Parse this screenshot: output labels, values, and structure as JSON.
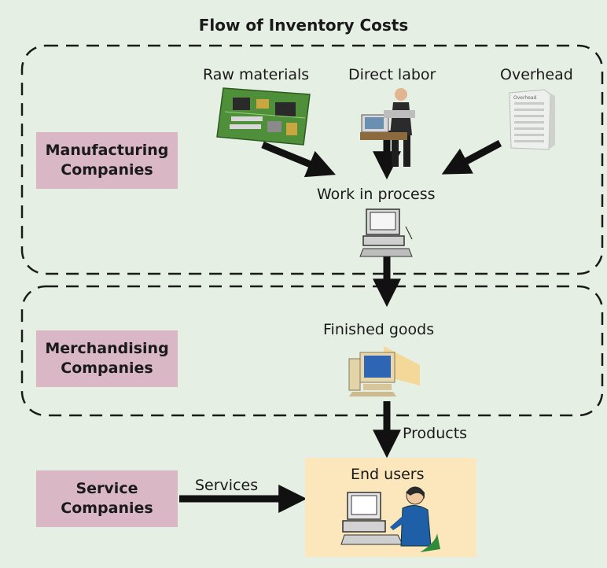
{
  "title": "Flow of Inventory Costs",
  "inputs": {
    "raw_materials": "Raw materials",
    "direct_labor": "Direct labor",
    "overhead": "Overhead"
  },
  "overhead_sign": "Overhead",
  "stages": {
    "work_in_process": "Work in process",
    "finished_goods": "Finished goods",
    "end_users": "End users"
  },
  "flow_labels": {
    "products": "Products",
    "services": "Services"
  },
  "companies": {
    "manufacturing_line1": "Manufacturing",
    "manufacturing_line2": "Companies",
    "merchandising_line1": "Merchandising",
    "merchandising_line2": "Companies",
    "service_line1": "Service",
    "service_line2": "Companies"
  },
  "colors": {
    "background": "#e6efe3",
    "company_box": "#d9b7c5",
    "end_users_box": "#fbe7bb",
    "arrow": "#111111"
  }
}
